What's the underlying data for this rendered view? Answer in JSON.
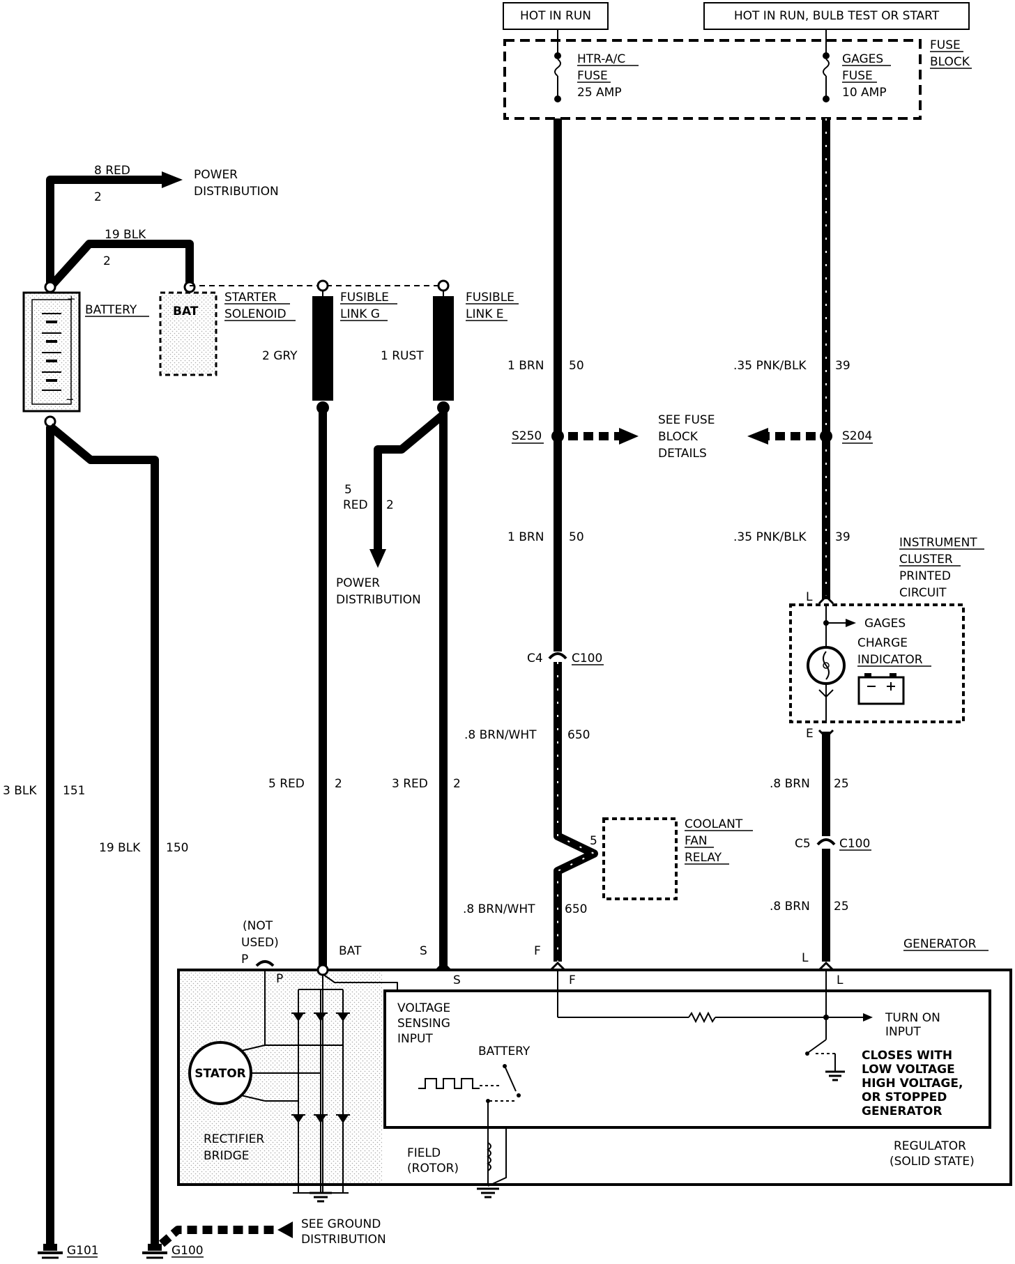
{
  "top_labels": {
    "hot_in_run": "HOT IN RUN",
    "hot_in_run_bulb": "HOT IN RUN, BULB TEST OR START"
  },
  "fuse_block": {
    "label_1": "FUSE",
    "label_2": "BLOCK",
    "htr_1": "HTR-A/C",
    "htr_2": "FUSE",
    "htr_3": "25 AMP",
    "gages_1": "GAGES",
    "gages_2": "FUSE",
    "gages_3": "10 AMP"
  },
  "battery": {
    "label": "BATTERY",
    "plus": "+",
    "minus": "−"
  },
  "starter": {
    "bat": "BAT",
    "label_1": "STARTER",
    "label_2": "SOLENOID"
  },
  "fusible_g": {
    "l1": "FUSIBLE",
    "l2": "LINK G"
  },
  "fusible_e": {
    "l1": "FUSIBLE",
    "l2": "LINK E"
  },
  "power_dist_top": {
    "wire": "8 RED",
    "circuit": "2",
    "l1": "POWER",
    "l2": "DISTRIBUTION"
  },
  "wire_19blk_top": {
    "wire": "19 BLK",
    "circuit": "2"
  },
  "wire_2gry": "2 GRY",
  "wire_1rust": "1 RUST",
  "power_dist_mid": {
    "wire": "5",
    "wire2": "RED",
    "circuit": "2",
    "l1": "POWER",
    "l2": "DISTRIBUTION"
  },
  "wire_1brn_a": {
    "wire": "1 BRN",
    "circuit": "50"
  },
  "wire_1brn_b": {
    "wire": "1 BRN",
    "circuit": "50"
  },
  "wire_pnk_a": {
    "wire": ".35 PNK/BLK",
    "circuit": "39"
  },
  "wire_pnk_b": {
    "wire": ".35 PNK/BLK",
    "circuit": "39"
  },
  "splices": {
    "s250": "S250",
    "s204": "S204"
  },
  "see_fuse": {
    "l1": "SEE FUSE",
    "l2": "BLOCK",
    "l3": "DETAILS"
  },
  "instrument": {
    "l1": "INSTRUMENT",
    "l2": "CLUSTER",
    "l3": "PRINTED",
    "l4": "CIRCUIT",
    "gages": "GAGES",
    "charge_1": "CHARGE",
    "charge_2": "INDICATOR",
    "pin_l": "L",
    "pin_e": "E"
  },
  "connectors": {
    "c4": "C4",
    "c100_a": "C100",
    "c5": "C5",
    "c100_b": "C100"
  },
  "wire_brnwht_a": {
    "wire": ".8 BRN/WHT",
    "circuit": "650"
  },
  "wire_brnwht_b": {
    "wire": ".8 BRN/WHT",
    "circuit": "650"
  },
  "wire_8brn_a": {
    "wire": ".8 BRN",
    "circuit": "25"
  },
  "wire_8brn_b": {
    "wire": ".8 BRN",
    "circuit": "25"
  },
  "wire_3blk": {
    "wire": "3 BLK",
    "circuit": "151"
  },
  "wire_19blk_bot": {
    "wire": "19 BLK",
    "circuit": "150"
  },
  "wire_5red": {
    "wire": "5 RED",
    "circuit": "2"
  },
  "wire_3red": {
    "wire": "3 RED",
    "circuit": "2"
  },
  "coolant": {
    "pin": "5",
    "l1": "COOLANT",
    "l2": "FAN",
    "l3": "RELAY"
  },
  "generator": {
    "label": "GENERATOR",
    "not_used_1": "(NOT",
    "not_used_2": "USED)",
    "pin_p_out": "P",
    "pin_p_in": "P",
    "pin_bat": "BAT",
    "pin_s_out": "S",
    "pin_s_in": "S",
    "pin_f_out": "F",
    "pin_f_in": "F",
    "pin_l_out": "L",
    "pin_l_in": "L",
    "voltage_1": "VOLTAGE",
    "voltage_2": "SENSING",
    "voltage_3": "INPUT",
    "battery": "BATTERY",
    "turn_on_1": "TURN ON",
    "turn_on_2": "INPUT",
    "closes_1": "CLOSES WITH",
    "closes_2": "LOW VOLTAGE",
    "closes_3": "HIGH VOLTAGE,",
    "closes_4": "OR STOPPED",
    "closes_5": "GENERATOR",
    "stator": "STATOR",
    "rectifier_1": "RECTIFIER",
    "rectifier_2": "BRIDGE",
    "field_1": "FIELD",
    "field_2": "(ROTOR)",
    "regulator_1": "REGULATOR",
    "regulator_2": "(SOLID STATE)"
  },
  "grounds": {
    "g101": "G101",
    "g100": "G100",
    "see_ground_1": "SEE GROUND",
    "see_ground_2": "DISTRIBUTION"
  }
}
